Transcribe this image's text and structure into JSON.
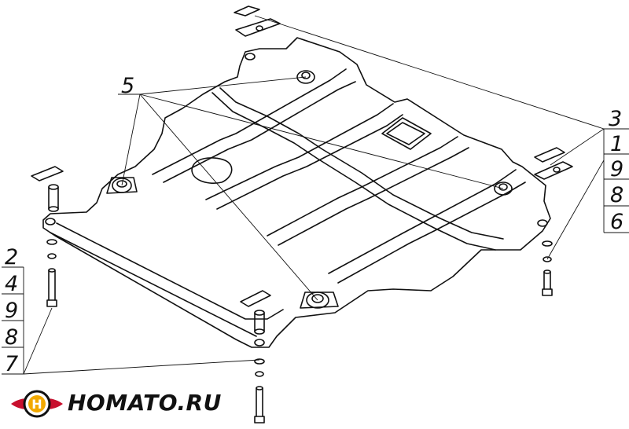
{
  "callouts": {
    "part_5": "5",
    "part_3": "3",
    "right_stack": [
      "1",
      "9",
      "8",
      "6"
    ],
    "left_stack": [
      "2",
      "4",
      "9",
      "8",
      "7"
    ]
  },
  "brand": {
    "name": "HOMATO.RU",
    "mark_letter": "H",
    "mark_color": "#c8102e"
  }
}
